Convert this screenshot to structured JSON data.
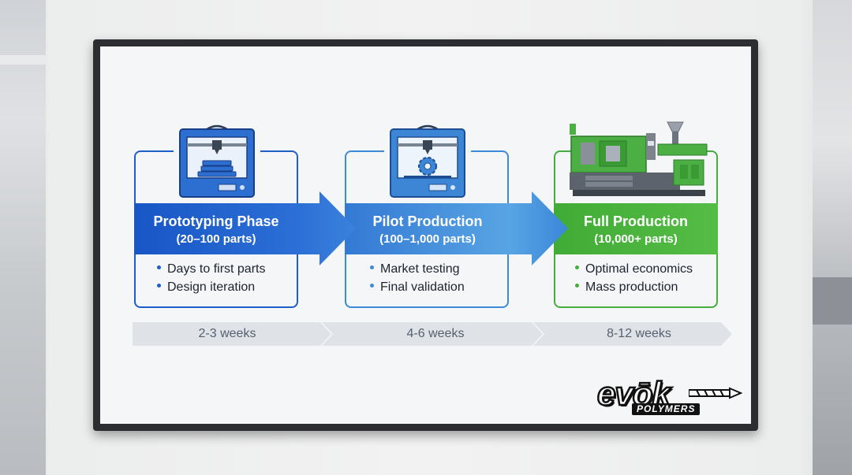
{
  "phases": [
    {
      "title": "Prototyping Phase",
      "quantity": "(20–100 parts)",
      "bullets": [
        "Days to first parts",
        "Design iteration"
      ],
      "duration": "2-3 weeks",
      "icon": "3d-printer-icon",
      "color": "#1f5ec9"
    },
    {
      "title": "Pilot Production",
      "quantity": "(100–1,000 parts)",
      "bullets": [
        "Market testing",
        "Final validation"
      ],
      "duration": "4-6 weeks",
      "icon": "3d-printer-gear-icon",
      "color": "#3d8ad8"
    },
    {
      "title": "Full Production",
      "quantity": "(10,000+ parts)",
      "bullets": [
        "Optimal economics",
        "Mass production"
      ],
      "duration": "8-12 weeks",
      "icon": "injection-molding-machine-icon",
      "color": "#45ad3d"
    }
  ],
  "logo": {
    "word": "evōk",
    "sub": "POLYMERS"
  }
}
